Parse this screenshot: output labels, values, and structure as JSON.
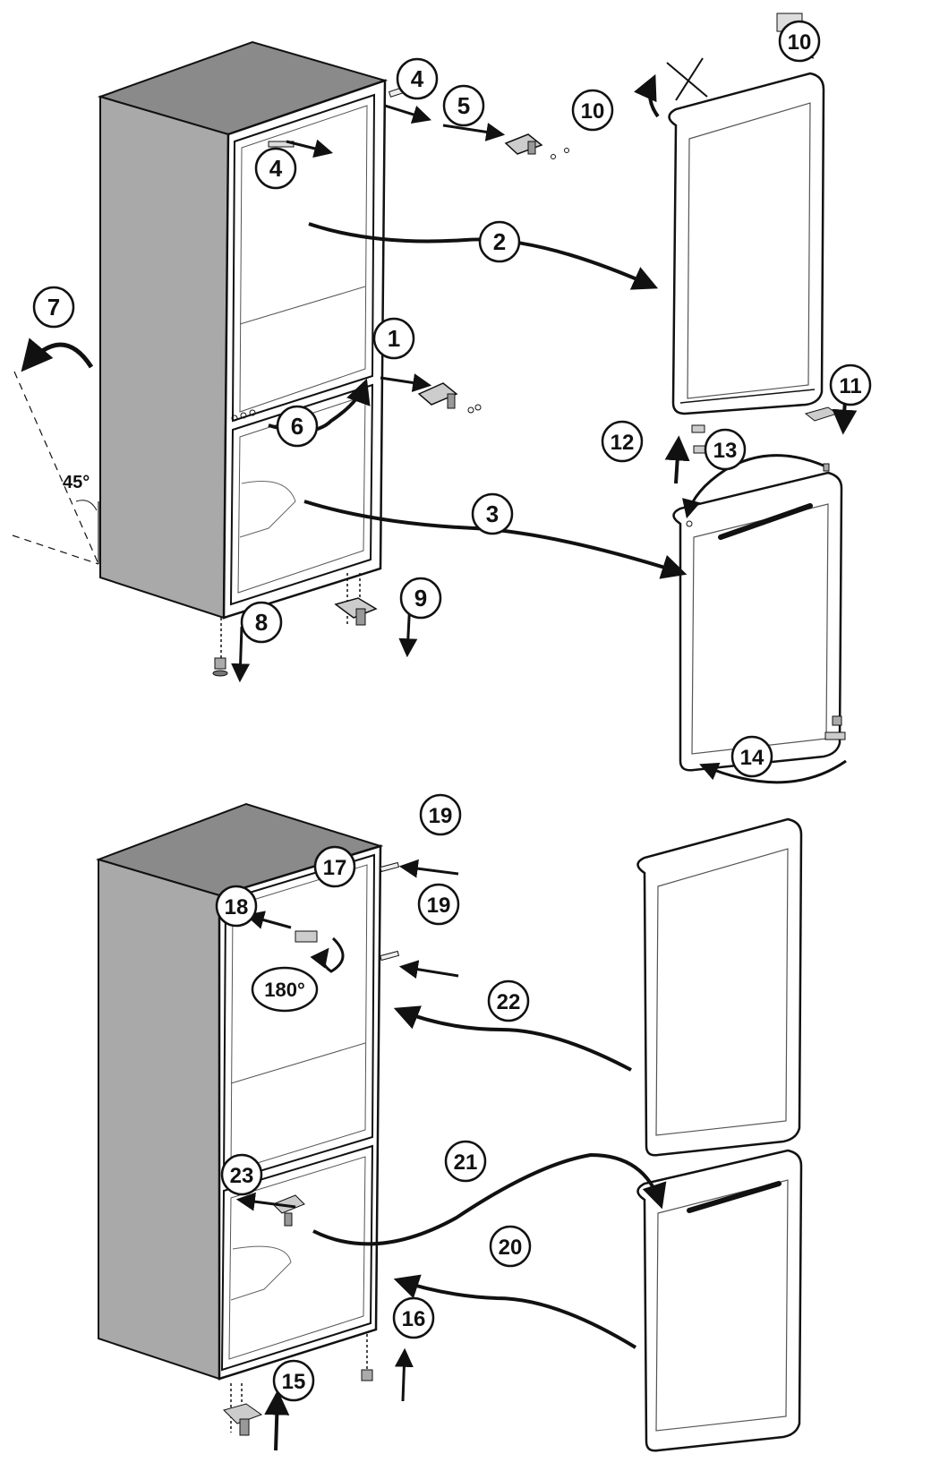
{
  "diagram": {
    "angle_label": "45°",
    "rotation_label": "180°",
    "steps": [
      "1",
      "2",
      "3",
      "4",
      "4",
      "5",
      "6",
      "7",
      "8",
      "9",
      "10",
      "10",
      "11",
      "12",
      "13",
      "14",
      "15",
      "16",
      "17",
      "18",
      "19",
      "19",
      "20",
      "21",
      "22",
      "23"
    ]
  },
  "colors": {
    "cabinet_side": "#a9a9a9",
    "cabinet_top": "#8a8a8a",
    "line": "#111111",
    "paper": "#ffffff"
  }
}
